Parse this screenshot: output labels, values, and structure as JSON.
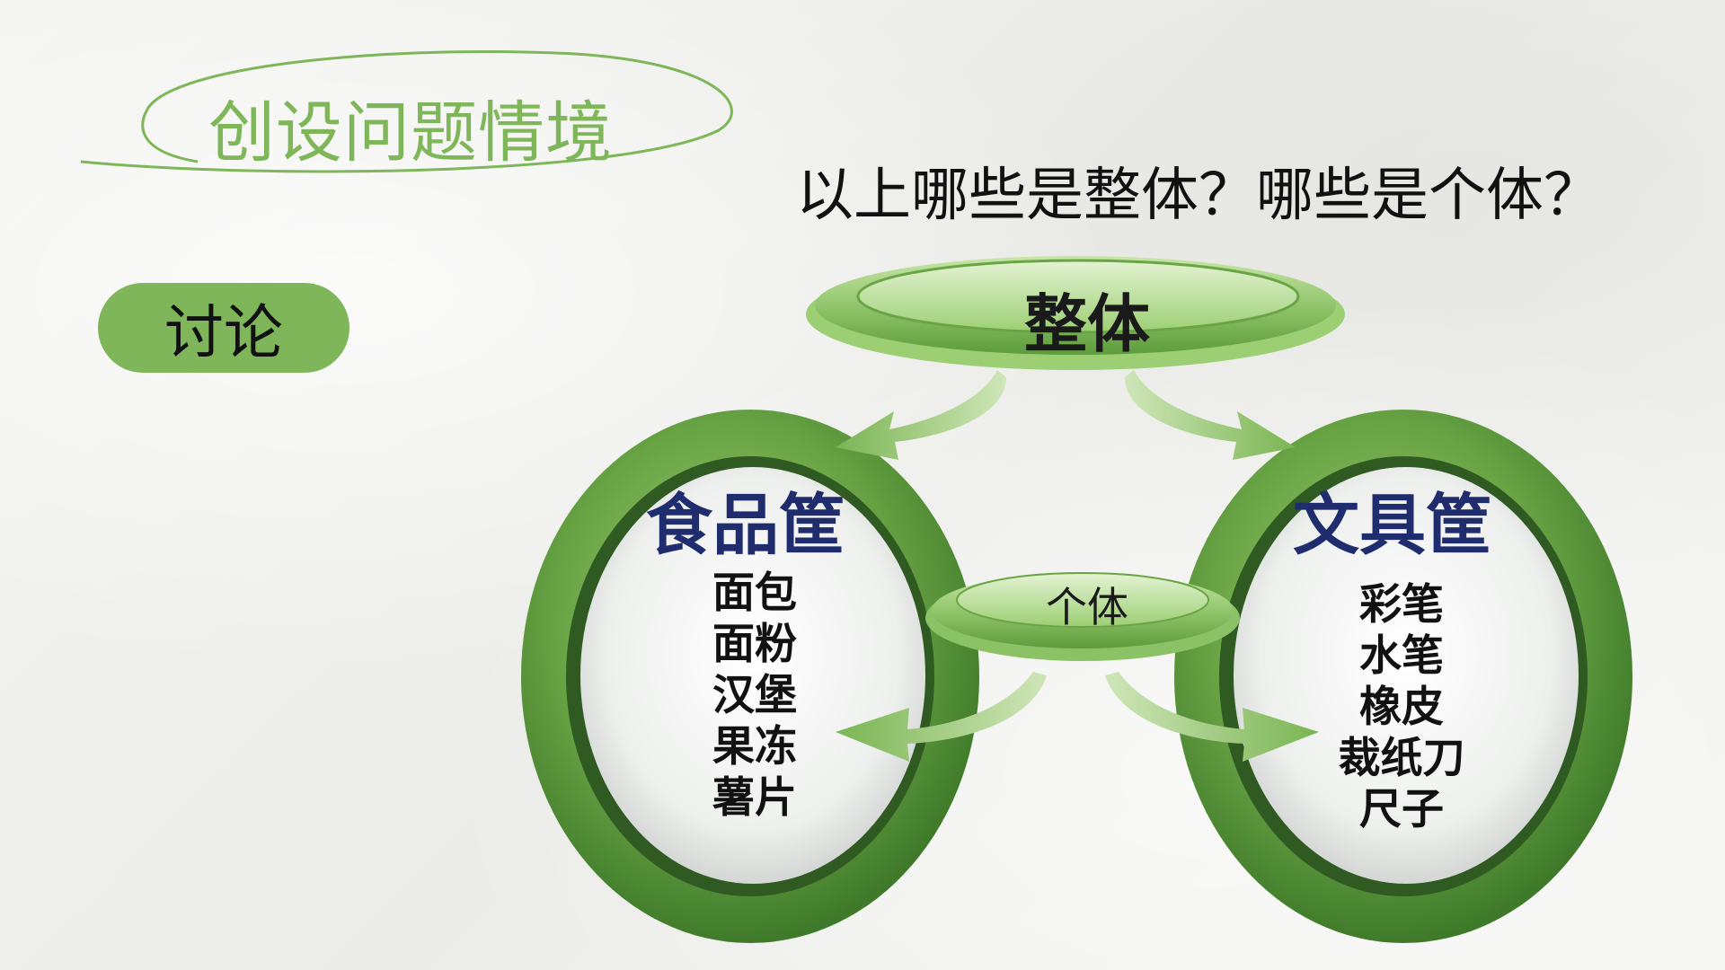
{
  "slide": {
    "title": "创设问题情境",
    "question": "以上哪些是整体？哪些是个体？",
    "discuss_label": "讨论"
  },
  "diagram": {
    "whole_label": "整体",
    "individual_label": "个体",
    "categories": [
      {
        "name": "食品筐",
        "items": [
          "面包",
          "面粉",
          "汉堡",
          "果冻",
          "薯片"
        ]
      },
      {
        "name": "文具筐",
        "items": [
          "彩笔",
          "水笔",
          "橡皮",
          "裁纸刀",
          "尺子"
        ]
      }
    ]
  },
  "colors": {
    "accent_green": "#7fb65a",
    "dark_green": "#4e8a35",
    "category_text": "#1f2d6e"
  }
}
